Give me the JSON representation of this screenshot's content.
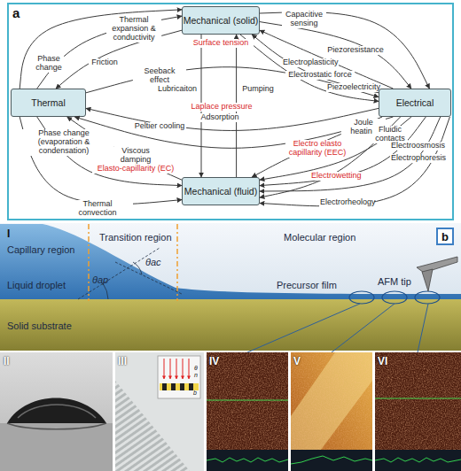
{
  "diagram": {
    "nodes": [
      {
        "text": [
          "a"
        ]
      },
      {
        "text": [
          "Mechanical (solid)"
        ],
        "in": 0
      },
      {
        "text": [
          "Thermal"
        ],
        "in": 0
      },
      {
        "text": [
          "Electrical"
        ],
        "in": 0
      },
      {
        "text": [
          "Mechanical (fluid)"
        ],
        "in": 0
      },
      {
        "text": [
          "b"
        ]
      }
    ],
    "edges": [
      {
        "from": 2,
        "to": 1,
        "label": "Thermal expansion & conductivity",
        "arrow": "to"
      },
      {
        "from": 1,
        "to": 2,
        "label": "Friction",
        "arrow": "to"
      },
      {
        "from": 2,
        "to": 1,
        "label": "Phase change",
        "arrow": "to"
      },
      {
        "from": 1,
        "to": 3,
        "label": "Capacitive sensing",
        "arrow": "to"
      },
      {
        "from": 1,
        "to": 3,
        "label": "Piezoresistance",
        "arrow": "to"
      },
      {
        "from": 3,
        "to": 1,
        "label": "Electroplasticity",
        "arrow": "to"
      },
      {
        "from": 3,
        "to": 1,
        "label": "Electrostatic force",
        "arrow": "to"
      },
      {
        "from": 1,
        "to": 3,
        "label": "Piezoelectricity",
        "arrow": "to"
      },
      {
        "from": 2,
        "to": 3,
        "label": "Seeback effect",
        "arrow": "to"
      },
      {
        "from": 1,
        "to": 4,
        "label": "Lubricaiton",
        "arrow": "to"
      },
      {
        "from": 4,
        "to": 1,
        "label": "Pumping",
        "arrow": "to"
      },
      {
        "from": 3,
        "to": 2,
        "label": "Peltier cooling",
        "arrow": "to"
      },
      {
        "from": 3,
        "to": 2,
        "label": "Joule heating",
        "arrow": "to"
      },
      {
        "from": 3,
        "to": 4,
        "label": "Fluidic contacts",
        "arrow": "to"
      },
      {
        "from": 3,
        "to": 4,
        "label": "Electroosmosis",
        "arrow": "to"
      },
      {
        "from": 3,
        "to": 4,
        "label": "Electrophoresis",
        "arrow": "to"
      },
      {
        "from": 3,
        "to": 4,
        "label": "Electro elasto capillarity (EEC)",
        "arrow": "to"
      },
      {
        "from": 3,
        "to": 4,
        "label": "Electrowetting",
        "arrow": "to"
      },
      {
        "from": 3,
        "to": 4,
        "label": "Electrorheology",
        "arrow": "to"
      },
      {
        "from": 2,
        "to": 4,
        "label": "Phase change (evaporation & condensation)",
        "arrow": "to"
      },
      {
        "from": 4,
        "to": 2,
        "label": "Viscous damping",
        "arrow": "to"
      },
      {
        "from": 2,
        "to": 4,
        "label": "Thermal convection",
        "arrow": "to"
      }
    ],
    "labels": [
      "Surface tension",
      "Laplace pressure",
      "Adsorption",
      "Elasto-capillarity (EC)",
      "I",
      "Capillary region",
      "Transition region",
      "θac",
      "θap",
      "Molecular region",
      "Liquid droplet",
      "Precursor film",
      "AFM tip",
      "Solid substrate",
      "II",
      "III",
      "θ",
      "n",
      "b",
      "IV",
      "V",
      "VI"
    ]
  }
}
